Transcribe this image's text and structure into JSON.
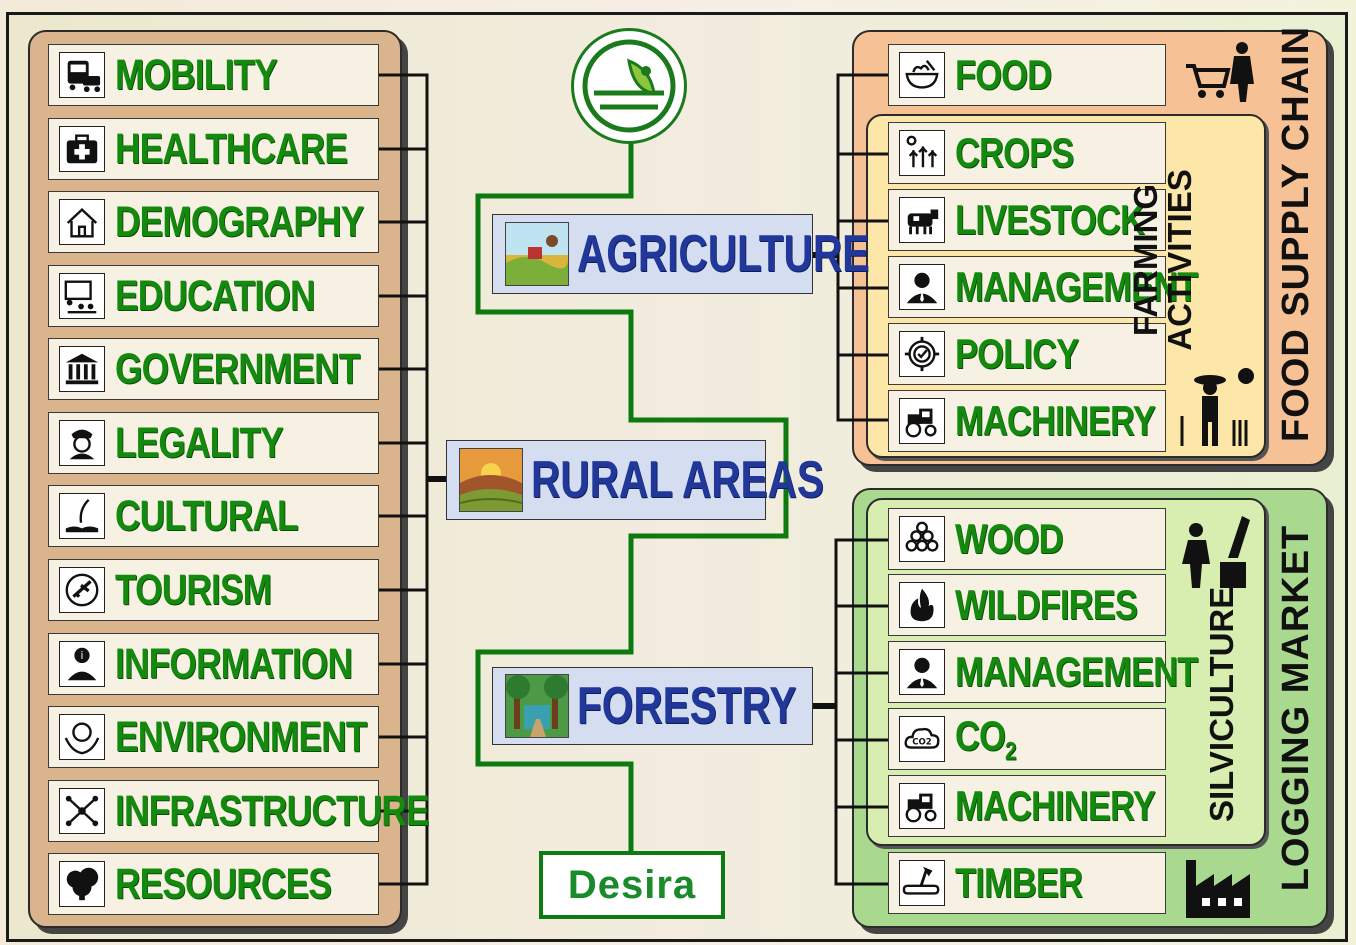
{
  "left_items": [
    {
      "label": "MOBILITY",
      "icon": "bus-car-icon"
    },
    {
      "label": "HEALTHCARE",
      "icon": "medical-kit-icon"
    },
    {
      "label": "DEMOGRAPHY",
      "icon": "house-icon"
    },
    {
      "label": "EDUCATION",
      "icon": "classroom-icon"
    },
    {
      "label": "GOVERNMENT",
      "icon": "government-building-icon"
    },
    {
      "label": "LEGALITY",
      "icon": "police-officer-icon"
    },
    {
      "label": "CULTURAL",
      "icon": "quill-book-icon"
    },
    {
      "label": "TOURISM",
      "icon": "airplane-icon"
    },
    {
      "label": "INFORMATION",
      "icon": "info-person-icon"
    },
    {
      "label": "ENVIRONMENT",
      "icon": "globe-hands-icon"
    },
    {
      "label": "INFRASTRUCTURE",
      "icon": "network-icon"
    },
    {
      "label": "RESOURCES",
      "icon": "tree-icon"
    }
  ],
  "center": {
    "agriculture": "AGRICULTURE",
    "rural_areas": "RURAL AREAS",
    "forestry": "FORESTRY",
    "logo_text": "Desira"
  },
  "food_chain": {
    "title": "FOOD SUPPLY CHAIN",
    "food": {
      "label": "FOOD",
      "icon": "food-bowl-icon"
    },
    "farming_title_line1": "FARMING",
    "farming_title_line2": "ACTIVITIES",
    "farming_items": [
      {
        "label": "CROPS",
        "icon": "crops-icon"
      },
      {
        "label": "LIVESTOCK",
        "icon": "cow-icon"
      },
      {
        "label": "MANAGEMENT",
        "icon": "manager-icon"
      },
      {
        "label": "POLICY",
        "icon": "gear-check-icon"
      },
      {
        "label": "MACHINERY",
        "icon": "tractor-icon"
      }
    ]
  },
  "logging": {
    "title": "LOGGING MARKET",
    "silviculture_title": "SILVICULTURE",
    "silvi_items": [
      {
        "label": "WOOD",
        "icon": "logs-icon"
      },
      {
        "label": "WILDFIRES",
        "icon": "fire-icon"
      },
      {
        "label": "MANAGEMENT",
        "icon": "manager-icon"
      },
      {
        "label": "CO",
        "sub": "2",
        "icon": "co2-cloud-icon"
      },
      {
        "label": "MACHINERY",
        "icon": "tractor-icon"
      }
    ],
    "timber": {
      "label": "TIMBER",
      "icon": "axe-log-icon"
    }
  },
  "colors": {
    "label_green": "#138a0e",
    "node_blue": "#21389a",
    "line_green": "#0c7a0f"
  }
}
